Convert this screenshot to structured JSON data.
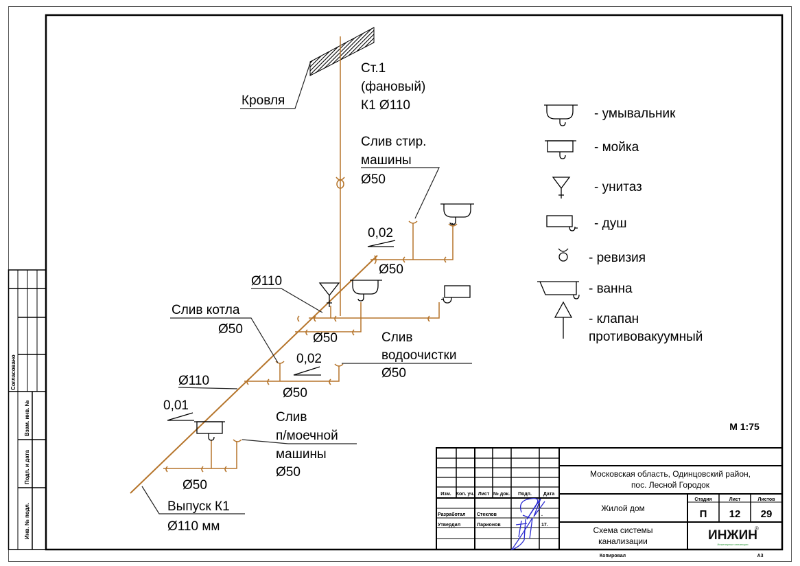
{
  "drawing": {
    "title": "Схема системы канализации",
    "scale": "М 1:75",
    "pipe_color": "#b5742a",
    "labels": {
      "roof": "Кровля",
      "riser_line1": "Ст.1",
      "riser_line2": "(фановый)",
      "riser_line3": "К1 Ø110",
      "washer_line1": "Слив стир.",
      "washer_line2": "машины",
      "washer_line3": "Ø50",
      "slope_top": "0,02",
      "d50_top": "Ø50",
      "d110_mid": "Ø110",
      "boiler_line1": "Слив котла",
      "boiler_line2": "Ø50",
      "d50_mid": "Ø50",
      "water_line1": "Слив",
      "water_line2": "водоочистки",
      "water_line3": "Ø50",
      "slope_mid": "0,02",
      "d110_low": "Ø110",
      "d50_low": "Ø50",
      "slope_low": "0,01",
      "dish_line1": "Слив",
      "dish_line2": "п/моечной",
      "dish_line3": "машины",
      "dish_line4": "Ø50",
      "d50_bottom": "Ø50",
      "outlet_line1": "Выпуск К1",
      "outlet_line2": "Ø110 мм"
    }
  },
  "legend": [
    {
      "icon": "washbasin-icon",
      "label": "- умывальник"
    },
    {
      "icon": "sink-icon",
      "label": "- мойка"
    },
    {
      "icon": "toilet-icon",
      "label": "- унитаз"
    },
    {
      "icon": "shower-icon",
      "label": "- душ"
    },
    {
      "icon": "revision-icon",
      "label": "- ревизия"
    },
    {
      "icon": "bathtub-icon",
      "label": "- ванна"
    },
    {
      "icon": "air-valve-icon",
      "label_line1": "- клапан",
      "label_line2": "противовакуумный"
    }
  ],
  "side_stamp": {
    "agreed": "Согласовано",
    "inv_replace": "Взам. инв. №",
    "sign_date": "Подп. и дата",
    "inv_orig": "Инв. № подл."
  },
  "title_block": {
    "headers": [
      "Изм.",
      "Кол. уч.",
      "Лист",
      "№ док.",
      "Подп.",
      "Дата"
    ],
    "roles": [
      {
        "role": "Разработал",
        "name": "Стеклов",
        "date": "."
      },
      {
        "role": "Утвердил",
        "name": "Ларионов",
        "date": "17."
      }
    ],
    "address_line1": "Московская область, Одинцовский район,",
    "address_line2": "пос. Лесной Городок",
    "object": "Жилой дом",
    "sheet_title_line1": "Схема системы",
    "sheet_title_line2": "канализации",
    "stage_label": "Стадия",
    "sheet_label": "Лист",
    "sheets_label": "Листов",
    "stage": "П",
    "sheet": "12",
    "sheets": "29",
    "logo": "ИНЖИН",
    "logo_mark": "®",
    "logo_sub": "Инженерные инновации",
    "logo_color": "#2e9a3a",
    "copied": "Копировал",
    "format": "А3"
  }
}
